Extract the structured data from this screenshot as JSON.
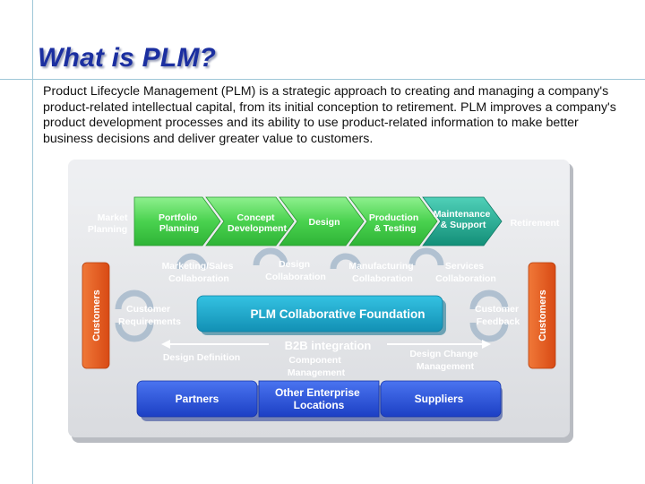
{
  "title": "What is PLM?",
  "intro": "Product Lifecycle Management (PLM) is a strategic approach to creating and managing a company's product-related intellectual capital, from its initial conception to retirement.  PLM improves a company's product development processes and its ability to use product-related information to make better business decisions and deliver greater value to customers.",
  "stages": {
    "market_planning": [
      "Market",
      "Planning"
    ],
    "portfolio_planning": [
      "Portfolio",
      "Planning"
    ],
    "concept_development": [
      "Concept",
      "Development"
    ],
    "design": [
      "Design"
    ],
    "production_testing": [
      "Production",
      "& Testing"
    ],
    "maintenance_support": [
      "Maintenance",
      "& Support"
    ],
    "retirement": [
      "Retirement"
    ]
  },
  "collaboration": {
    "marketing_sales": [
      "Marketing/Sales",
      "Collaboration"
    ],
    "design": [
      "Design",
      "Collaboration"
    ],
    "manufacturing": [
      "Manufacturing",
      "Collaboration"
    ],
    "services": [
      "Services",
      "Collaboration"
    ]
  },
  "customers_left": "Customers",
  "customers_right": "Customers",
  "customer_requirements": [
    "Customer",
    "Requirements"
  ],
  "customer_feedback": [
    "Customer",
    "Feedback"
  ],
  "foundation": "PLM Collaborative Foundation",
  "b2b": "B2B  integration",
  "design_definition": "Design Definition",
  "component_management": [
    "Component",
    "Management"
  ],
  "design_change_management": [
    "Design Change",
    "Management"
  ],
  "partners": "Partners",
  "other_enterprise": [
    "Other Enterprise",
    "Locations"
  ],
  "suppliers": "Suppliers",
  "colors": {
    "title": "#1b2fa0",
    "green_chevron": "#4fd455",
    "teal_chevron": "#1fa890",
    "foundation": "#1aa6c8",
    "customers": "#e85a20",
    "blue_bar": "#2a52d8",
    "panel": "#e3e5e8"
  }
}
